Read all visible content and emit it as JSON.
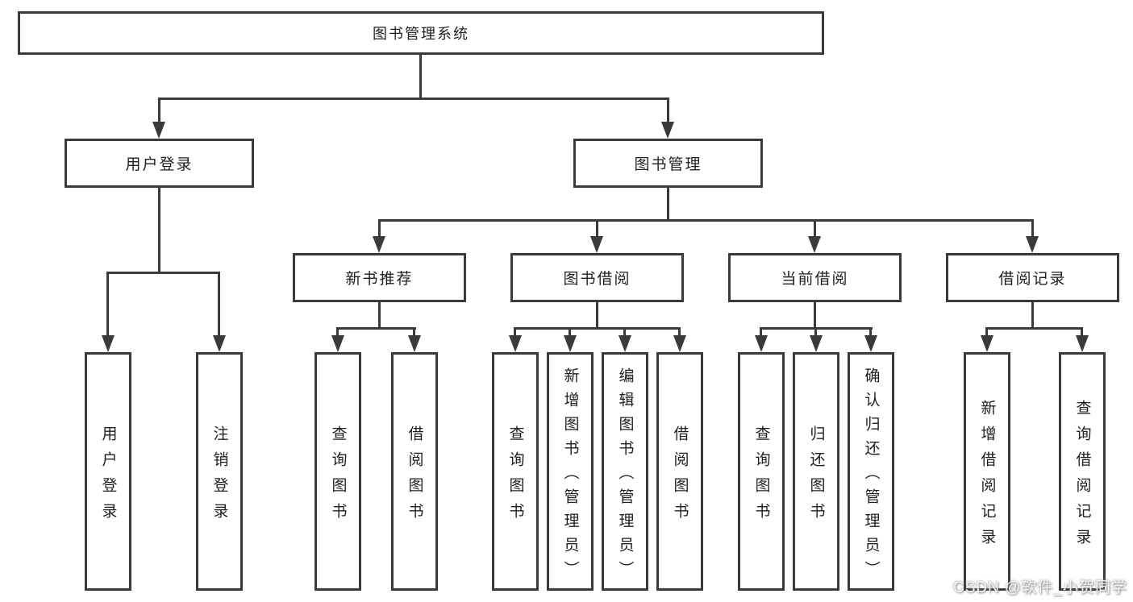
{
  "diagram": {
    "root": {
      "label": "图书管理系统"
    },
    "branches": [
      {
        "label": "用户登录",
        "children": [
          {
            "label": "用户登录"
          },
          {
            "label": "注销登录"
          }
        ]
      },
      {
        "label": "图书管理",
        "children": [
          {
            "label": "新书推荐",
            "children": [
              {
                "label": "查询图书"
              },
              {
                "label": "借阅图书"
              }
            ]
          },
          {
            "label": "图书借阅",
            "children": [
              {
                "label": "查询图书"
              },
              {
                "label": "新增图书（管理员）"
              },
              {
                "label": "编辑图书（管理员）"
              },
              {
                "label": "借阅图书"
              }
            ]
          },
          {
            "label": "当前借阅",
            "children": [
              {
                "label": "查询图书"
              },
              {
                "label": "归还图书"
              },
              {
                "label": "确认归还（管理员）"
              }
            ]
          },
          {
            "label": "借阅记录",
            "children": [
              {
                "label": "新增借阅记录"
              },
              {
                "label": "查询借阅记录"
              }
            ]
          }
        ]
      }
    ]
  },
  "watermark": {
    "text": "CSDN @软件_小贺同学"
  },
  "colors": {
    "line": "#3a3a3a",
    "text": "#1f1f1f",
    "background": "#ffffff",
    "watermark_text": "#f4f4f4"
  }
}
